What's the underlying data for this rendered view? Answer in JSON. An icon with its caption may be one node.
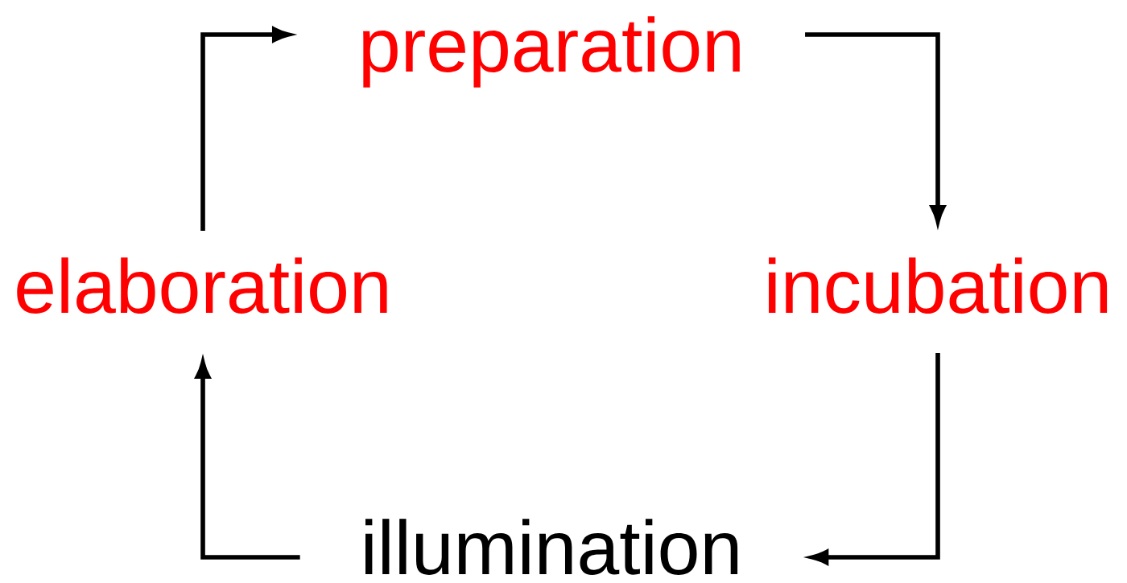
{
  "diagram": {
    "nodes": [
      {
        "text": [
          "preparation"
        ]
      },
      {
        "text": [
          "incubation"
        ]
      },
      {
        "text": [
          "illumination"
        ]
      },
      {
        "text": [
          "elaboration"
        ]
      }
    ],
    "edges": [
      {
        "from": 0,
        "to": 1,
        "arrow": "to"
      },
      {
        "from": 1,
        "to": 2,
        "arrow": "to"
      },
      {
        "from": 2,
        "to": 3,
        "arrow": "to"
      },
      {
        "from": 3,
        "to": 0,
        "arrow": "to"
      }
    ]
  }
}
